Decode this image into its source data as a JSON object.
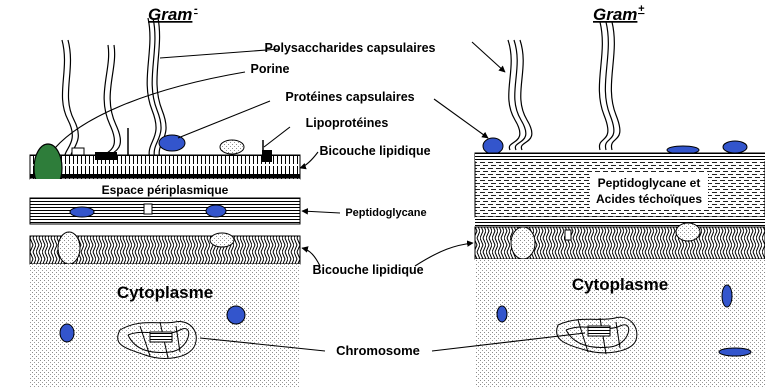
{
  "titles": {
    "gram_neg": "Gram",
    "gram_neg_sup": "-",
    "gram_pos": "Gram",
    "gram_pos_sup": "+"
  },
  "labels": {
    "polysaccharides": "Polysaccharides capsulaires",
    "porine": "Porine",
    "proteines_capsulaires": "Protéines capsulaires",
    "lipoproteines": "Lipoprotéines",
    "bicouche_top": "Bicouche lipidique",
    "espace_periplasmique": "Espace périplasmique",
    "peptidoglycane": "Peptidoglycane",
    "bicouche_bottom": "Bicouche lipidique",
    "pos_wall_line1": "Peptidoglycane et",
    "pos_wall_line2": "Acides téchoïques",
    "cytoplasme_left": "Cytoplasme",
    "cytoplasme_right": "Cytoplasme",
    "chromosome": "Chromosome"
  },
  "colors": {
    "protein_blue": "#3355cc",
    "porin_green": "#2e7d3a",
    "stipple": "#bfbfbf",
    "ink": "#000000"
  }
}
